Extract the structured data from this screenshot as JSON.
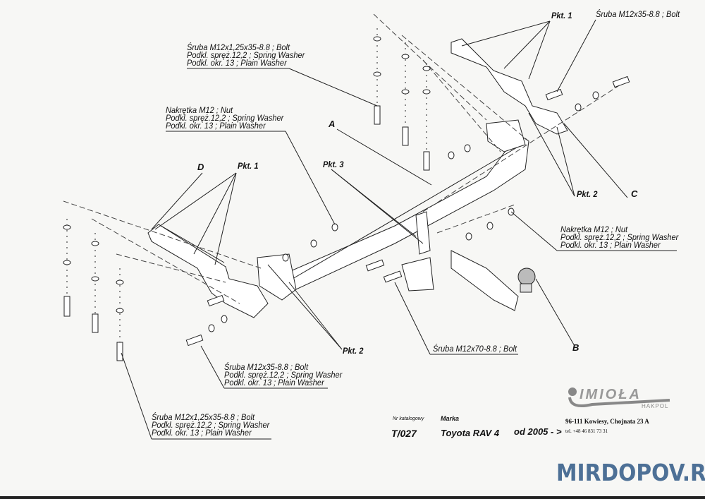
{
  "callouts": {
    "top_bolt_group": [
      "Śruba M12x1,25x35-8.8 ;  Bolt",
      "Podkl. spręż.12,2 ; Spring Washer",
      "Podkl. okr. 13 ; Plain Washer"
    ],
    "left_nut_group": [
      "Nakrętka  M12 ; Nut",
      "Podkl. spręż.12,2 ; Spring Washer",
      "Podkl. okr. 13 ; Plain Washer"
    ],
    "right_nut_group": [
      "Nakrętka  M12 ; Nut",
      "Podkl. spręż.12,2 ; Spring Washer",
      "Podkl. okr. 13 ; Plain Washer"
    ],
    "bottom_bolt_group": [
      "Śruba M12x35-8.8 ;  Bolt",
      "Podkl. spręż.12,2 ; Spring Washer",
      "Podkl. okr. 13 ; Plain Washer"
    ],
    "bottom_left_bolt_group": [
      "Śruba M12x1,25x35-8.8 ;  Bolt",
      "Podkl. spręż.12,2 ; Spring Washer",
      "Podkl. okr. 13 ; Plain Washer"
    ],
    "top_right_bolt": "Śruba M12x35-8.8 ;  Bolt",
    "ball_bolt": "Śruba M12x70-8.8 ;  Bolt",
    "pkt1_top": "Pkt. 1",
    "pkt1_left": "Pkt. 1",
    "pkt2_right": "Pkt. 2",
    "pkt2_bottom": "Pkt. 2",
    "pkt3": "Pkt. 3",
    "part_a": "A",
    "part_b": "B",
    "part_c": "C",
    "part_d": "D"
  },
  "footer": {
    "catalog_label": "Nr katalogowy",
    "catalog_number": "T/027",
    "brand_label": "Marka",
    "brand_value": "Toyota RAV 4",
    "year": "od 2005 - >",
    "company_logo": "IMIOŁA HAKPOL",
    "address": "96-111 Kowiesy, Chojnata 23 A",
    "phone": "tel. +48 46 831 73 31"
  },
  "watermark": "MIRDOPOV.RU"
}
